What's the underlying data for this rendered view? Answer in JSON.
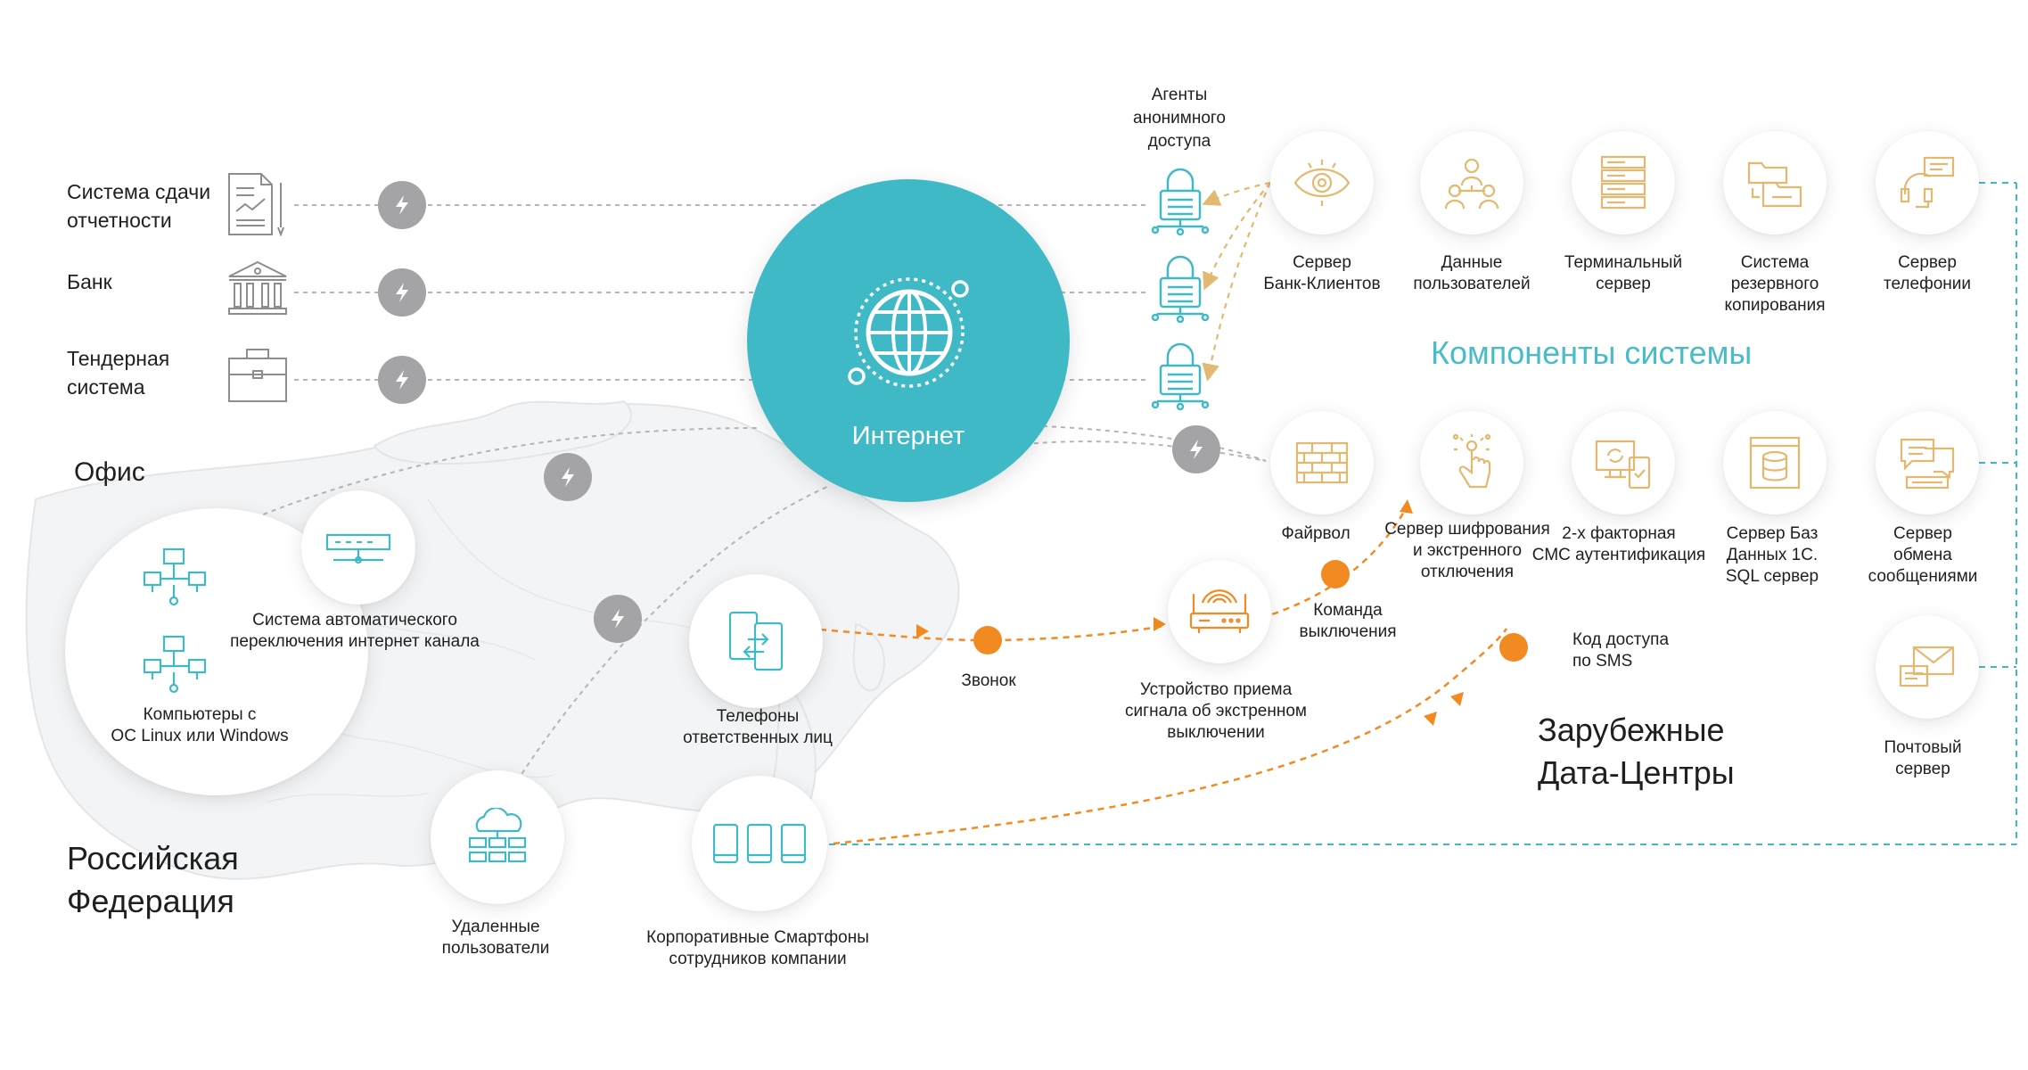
{
  "left_items": [
    {
      "label": "Система сдачи\nотчетности",
      "icon": "document-chart-icon"
    },
    {
      "label": "Банк",
      "icon": "bank-building-icon"
    },
    {
      "label": "Тендерная\nсистема",
      "icon": "briefcase-icon"
    }
  ],
  "internet": {
    "label": "Интернет",
    "icon": "globe-icon"
  },
  "agents": {
    "label": "Агенты\nанонимного\nдоступа",
    "icon": "padlock-network-icon"
  },
  "components_title": "Компоненты системы",
  "components_top": [
    {
      "label": "Сервер\nБанк-Клиентов",
      "icon": "eye-icon"
    },
    {
      "label": "Данные\nпользователей",
      "icon": "users-icon"
    },
    {
      "label": "Терминальный\nсервер",
      "icon": "server-rack-icon"
    },
    {
      "label": "Система\nрезервного\nкопирования",
      "icon": "folders-backup-icon"
    },
    {
      "label": "Сервер\nтелефонии",
      "icon": "headset-icon"
    }
  ],
  "components_bottom": [
    {
      "label": "Файрвол",
      "icon": "brick-wall-icon"
    },
    {
      "label": "Сервер шифрования\nи экстренного\nотключения",
      "icon": "touch-hand-icon"
    },
    {
      "label": "2-х факторная\nСМС аутентификация",
      "icon": "devices-sync-icon"
    },
    {
      "label": "Сервер Баз\nДанных 1С.\nSQL сервер",
      "icon": "database-server-icon"
    },
    {
      "label": "Сервер обмена\nсообщениями",
      "icon": "chat-keyboard-icon"
    }
  ],
  "mail_server": {
    "label": "Почтовый сервер",
    "icon": "envelope-icon"
  },
  "office": {
    "title": "Офис",
    "computers_label": "Компьютеры с\nОС Linux или Windows",
    "switch_label": "Система автоматического\nпереключения интернет канала"
  },
  "phones_label": "Телефоны\nответственных лиц",
  "call_label": "Звонок",
  "receiver_label": "Устройство приема\nсигнала об экстренном\nвыключении",
  "shutdown_label": "Команда\nвыключения",
  "sms_label": "Код доступа\nпо SMS",
  "datacenters_label": "Зарубежные\nДата-Центры",
  "russia_label": "Российская\nФедерация",
  "remote_users_label": "Удаленные\nпользователи",
  "smartphones_label": "Корпоративные Смартфоны\nсотрудников компании",
  "colors": {
    "teal": "#3fb9c6",
    "orange": "#f28a22",
    "gold": "#e3b870",
    "gray": "#a4a4a6",
    "text": "#1f1f1f"
  }
}
